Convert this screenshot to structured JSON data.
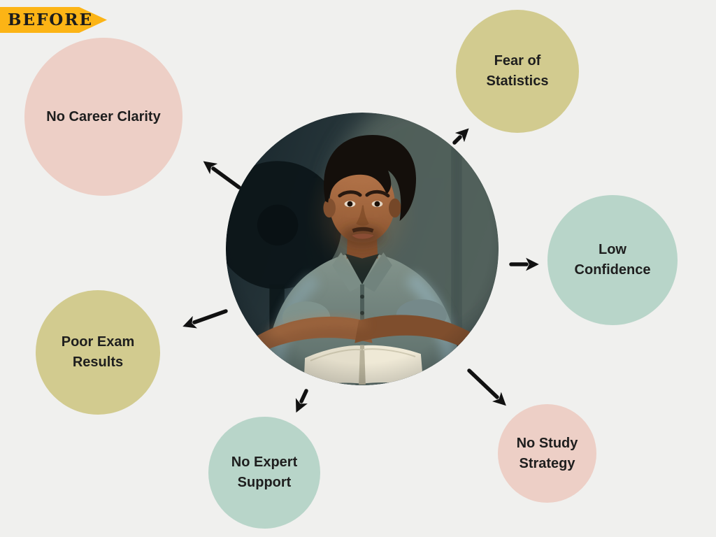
{
  "banner": {
    "label": "BEFORE",
    "background": "#fcb415",
    "text_color": "#1c1c1c"
  },
  "center_image": {
    "alt": "Stressed young male student sitting at a desk at night, arms crossed over an open notebook, fan silhouette in the dark room behind him"
  },
  "bubbles": [
    {
      "id": "no-career-clarity",
      "label": "No Career Clarity",
      "color": "#edcfc6"
    },
    {
      "id": "fear-of-statistics",
      "label": "Fear of\nStatistics",
      "color": "#d2cb8f"
    },
    {
      "id": "low-confidence",
      "label": "Low\nConfidence",
      "color": "#b8d5c9"
    },
    {
      "id": "no-study-strategy",
      "label": "No Study\nStrategy",
      "color": "#edcfc6"
    },
    {
      "id": "no-expert-support",
      "label": "No Expert\nSupport",
      "color": "#b8d5c9"
    },
    {
      "id": "poor-exam-results",
      "label": "Poor Exam\nResults",
      "color": "#d2cb8f"
    }
  ],
  "colors": {
    "page_background": "#f0f0ee",
    "arrow": "#111111",
    "label_text": "#1e1e1e"
  }
}
